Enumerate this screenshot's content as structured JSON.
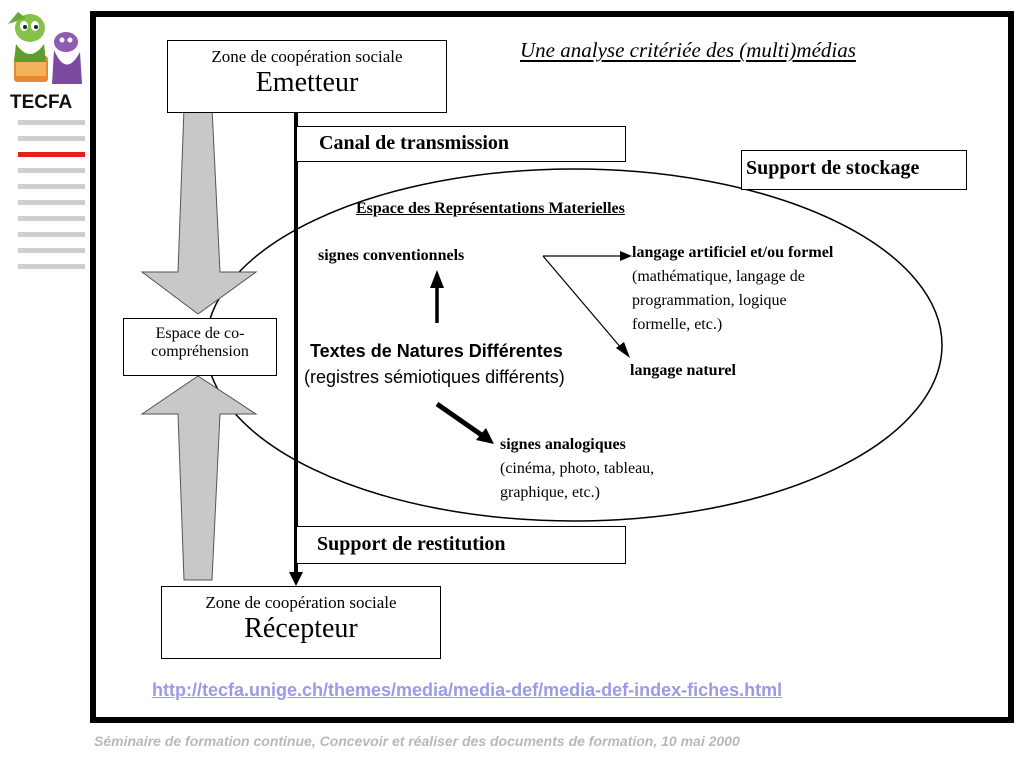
{
  "brand": {
    "logo_text": "TECFA"
  },
  "sidebar": {
    "active_index": 2
  },
  "slide": {
    "title": "Une analyse critériée des (multi)médias",
    "emetteur": {
      "subtitle": "Zone de coopération sociale",
      "title": "Emetteur"
    },
    "recepteur": {
      "subtitle": "Zone de coopération sociale",
      "title": "Récepteur"
    },
    "canal": "Canal de transmission",
    "stockage": "Support de stockage",
    "restitution": "Support de restitution",
    "espace_co": {
      "line1": "Espace de co-",
      "line2": "compréhension"
    },
    "espace_repr": "Espace des Représentations Materielles",
    "signes_conv": "signes conventionnels",
    "textes": {
      "line1": "Textes de Natures Différentes",
      "line2": "(registres sémiotiques différents)"
    },
    "langage_artificiel": {
      "head": "langage artificiel et/ou formel",
      "line1": "(mathématique, langage de",
      "line2": "programmation, logique",
      "line3": "formelle, etc.)"
    },
    "langage_naturel": "langage naturel",
    "signes_analog": {
      "head": "signes analogiques",
      "line1": "(cinéma, photo, tableau,",
      "line2": "graphique, etc.)"
    },
    "url": "http://tecfa.unige.ch/themes/media/media-def/media-def-index-fiches.html"
  },
  "footer": "Séminaire de formation continue, Concevoir et réaliser des documents de formation, 10 mai 2000",
  "colors": {
    "accent_bar": "#e3201b",
    "bar": "#cfcfcf",
    "url": "#9a9ae8",
    "footer": "#b8b8b8",
    "arrow_fill": "#c8c8c8"
  }
}
